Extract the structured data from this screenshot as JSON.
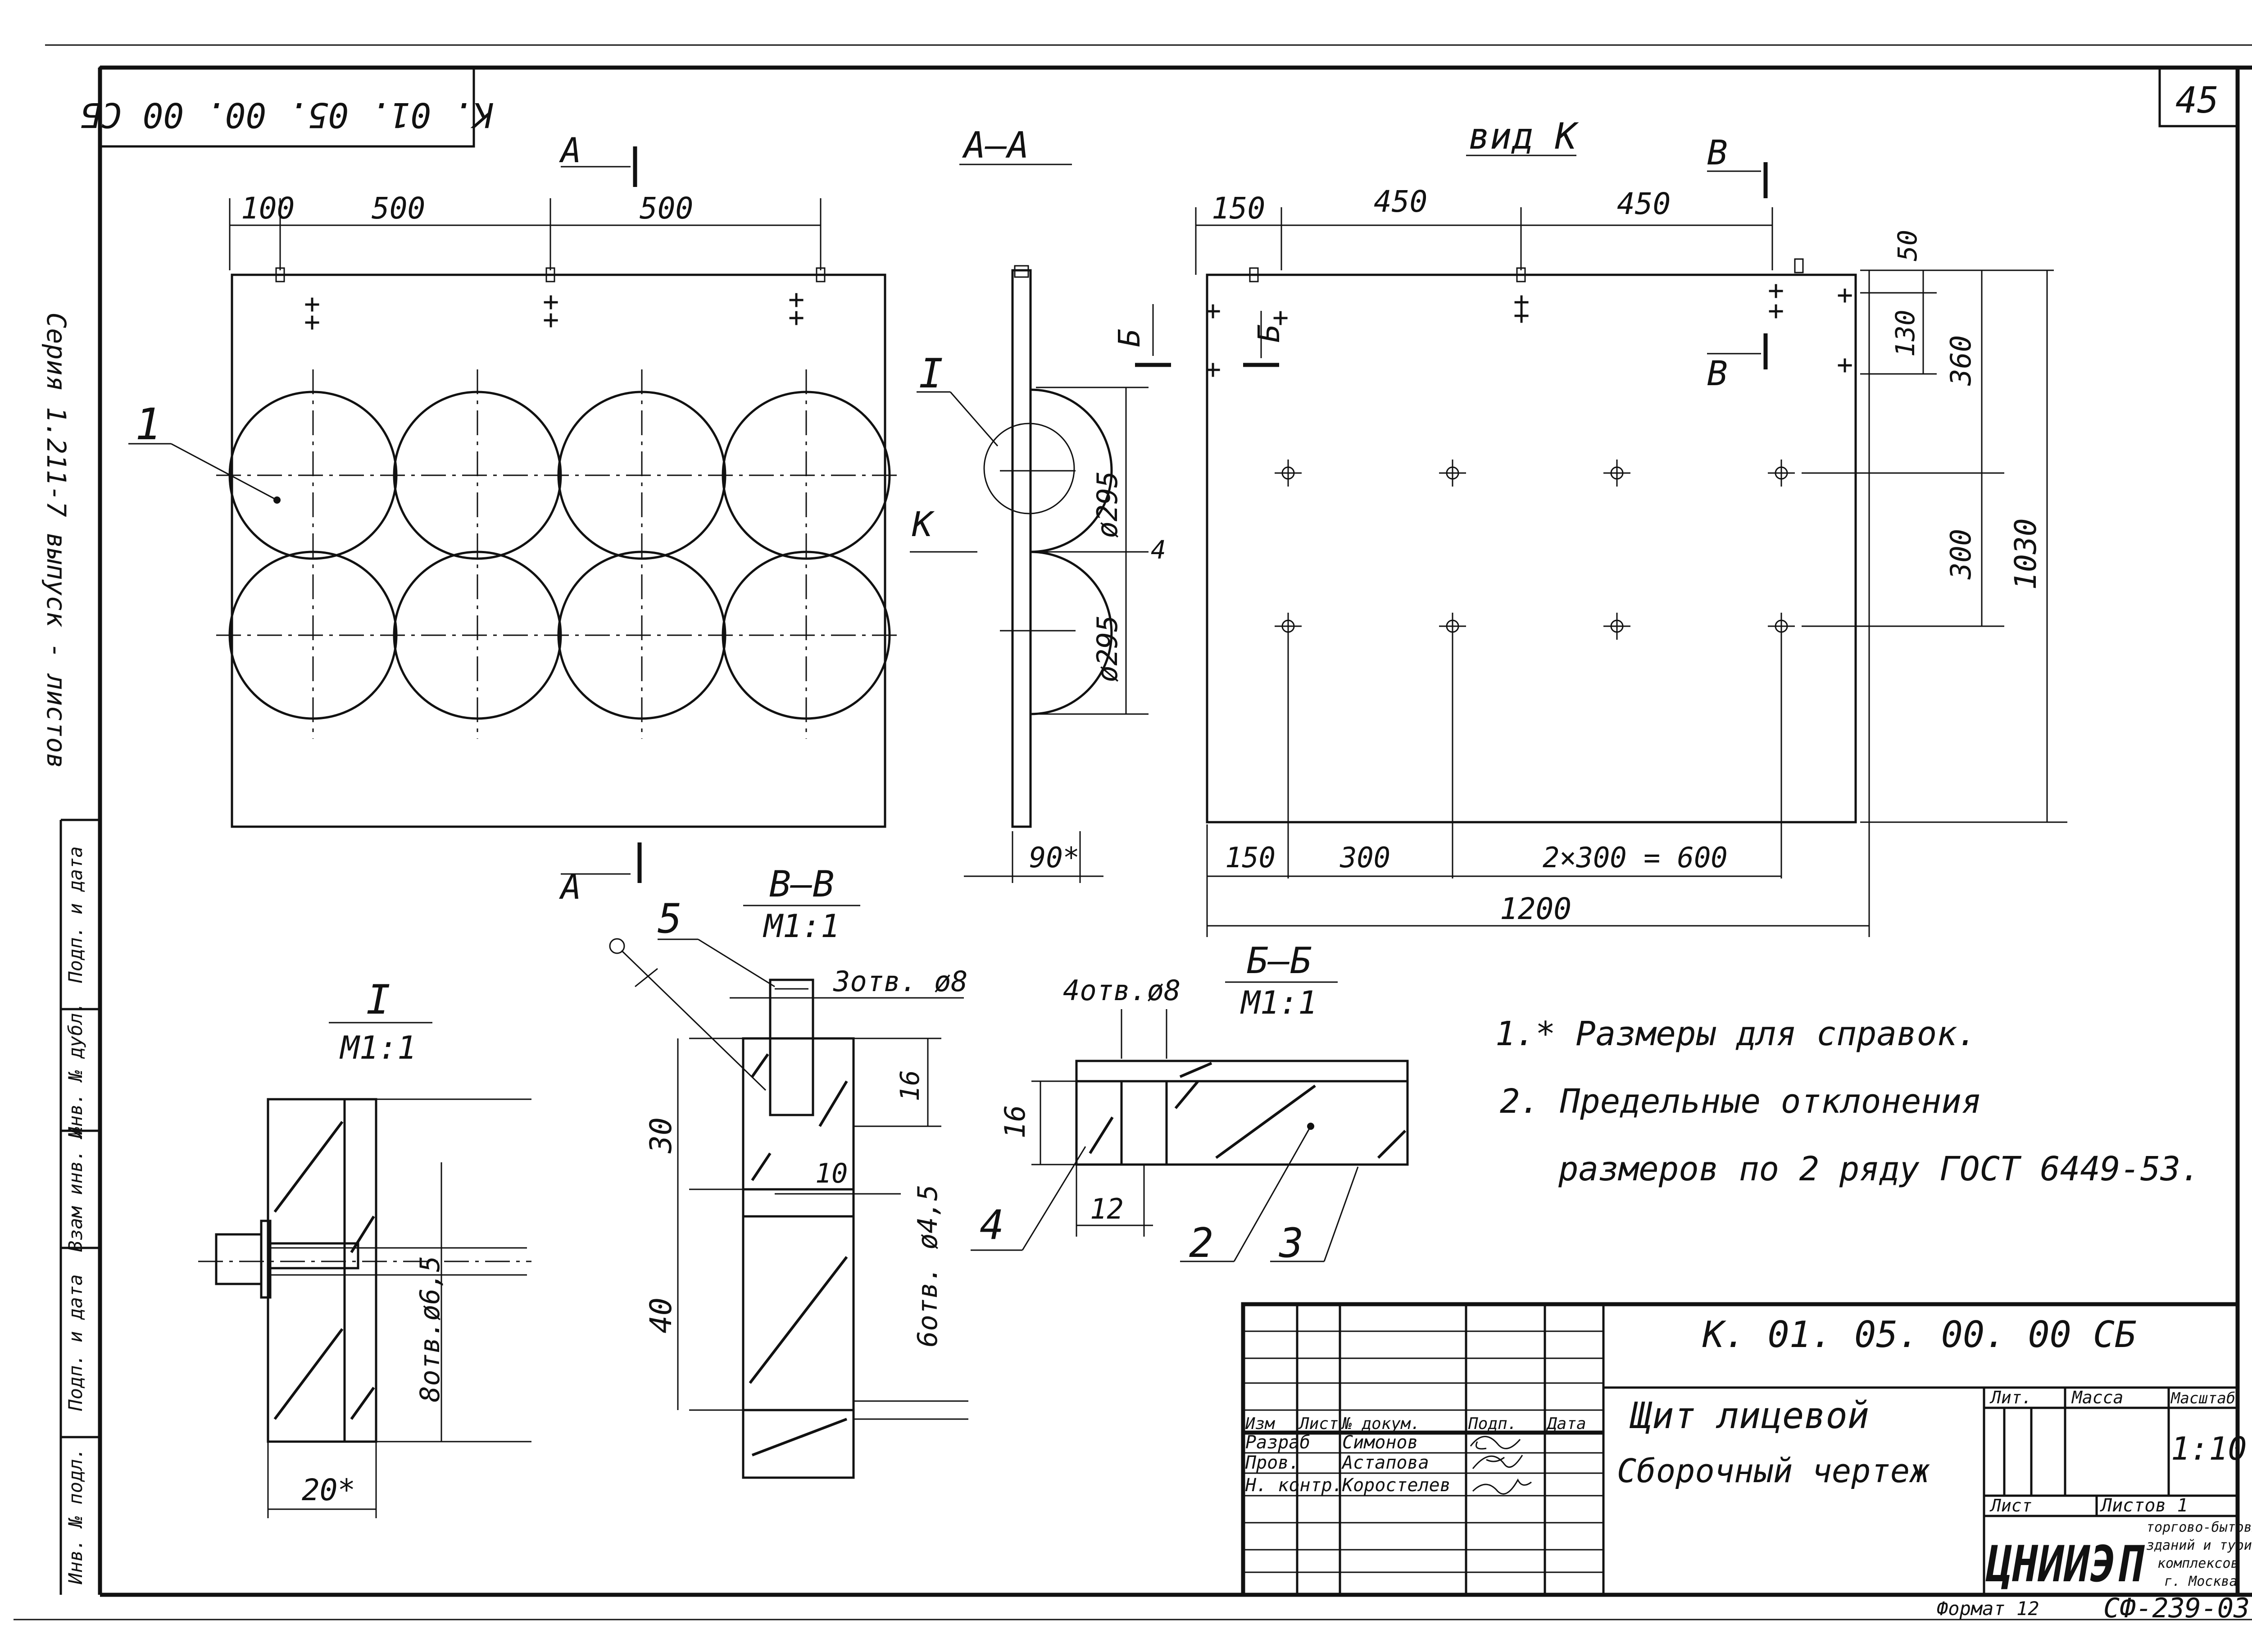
{
  "sheet_number": "45",
  "drawing_code": "К. 01. 05. 00. 00  СБ",
  "drawing_code_rotated": "К. 01. 05. 00. 00  СБ",
  "side_margin_text": "Серия  1.211-7  выпуск - листов",
  "left_strip": [
    "Инв. № подл.",
    "Подп. и дата",
    "Взам инв. №",
    "Инв. № дубл.",
    "Подп. и дата"
  ],
  "views": {
    "front": {
      "dims_top": [
        "100",
        "500",
        "500"
      ],
      "part_label": "1",
      "section_marks": [
        "А",
        "А"
      ]
    },
    "section_aa": {
      "title": "А–А",
      "detail_mark": "I",
      "view_mark": "К",
      "dims": [
        "ø295",
        "ø295",
        "4",
        "90*"
      ]
    },
    "view_k": {
      "title": "вид К",
      "dims_top": [
        "150",
        "450",
        "450"
      ],
      "dims_right": [
        "50",
        "130",
        "360",
        "300",
        "1030"
      ],
      "dims_bottom": [
        "150",
        "300",
        "2×300 = 600",
        "1200"
      ],
      "section_marks": [
        "Б",
        "Б",
        "В",
        "В"
      ]
    },
    "detail_i": {
      "title": "I",
      "scale": "М1:1",
      "dims": [
        "8отв.ø6,5",
        "20*"
      ]
    },
    "section_vv": {
      "title": "В–В",
      "scale": "М1:1",
      "dims": [
        "3отв. ø8",
        "16",
        "30",
        "10",
        "40",
        "6отв. ø4,5"
      ],
      "part_label": "5"
    },
    "section_bb": {
      "title": "Б–Б",
      "scale": "М1:1",
      "dims": [
        "4отв.ø8",
        "16",
        "12"
      ],
      "part_labels": [
        "4",
        "2",
        "3"
      ]
    }
  },
  "notes": [
    "1.* Размеры для справок.",
    "2.  Предельные отклонения",
    "размеров по 2 ряду ГОСТ 6449-53."
  ],
  "title_block": {
    "code": "К. 01. 05. 00. 00  СБ",
    "name_line1": "Щит лицевой",
    "name_line2": "Сборочный чертеж",
    "col_headers": [
      "Изм",
      "Лист",
      "№ докум.",
      "Подп.",
      "Дата"
    ],
    "rows": [
      {
        "role": "Разраб",
        "name": "Симонов"
      },
      {
        "role": "Пров.",
        "name": "Астапова"
      },
      {
        "role": "Н. контр.",
        "name": "Коростелев"
      }
    ],
    "lit_label": "Лит.",
    "mass_label": "Масса",
    "scale_label": "Масштаб",
    "scale_value": "1:10",
    "sheet_label": "Лист",
    "sheets_label": "Листов 1",
    "org_logo": "ЦНИИЭП",
    "org_lines": [
      "торгово-бытовых",
      "зданий и туристских",
      "комплексов",
      "г. Москва"
    ]
  },
  "format_text": "Формат 12",
  "stamp_code": "СФ-239-03"
}
